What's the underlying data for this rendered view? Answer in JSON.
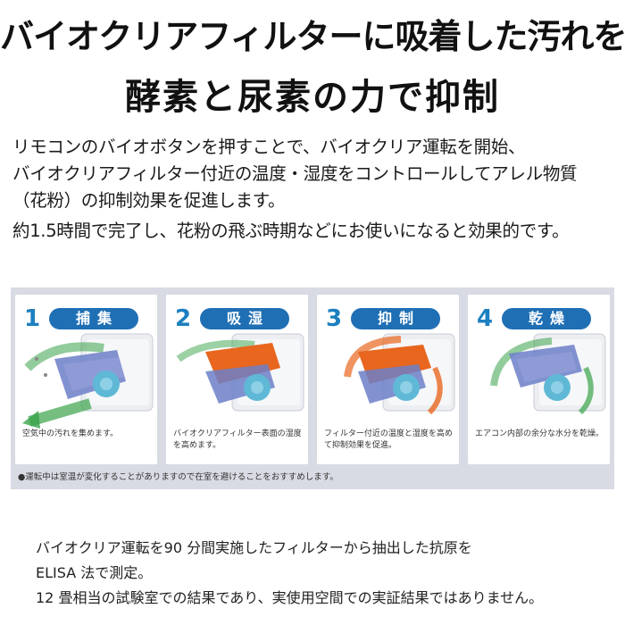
{
  "headline": {
    "line1": "バイオクリアフィルターに吸着した汚れを",
    "line2": "酵素と尿素の力で抑制"
  },
  "body": {
    "lines": [
      "リモコンのバイオボタンを押すことで、バイオクリア運転を開始、",
      "バイオクリアフィルター付近の温度・湿度をコントロールしてアレル物質",
      "（花粉）の抑制効果を促進します。",
      "約1.5時間で完了し、花粉の飛ぶ時期などにお使いになると効果的です。"
    ]
  },
  "steps": [
    {
      "number": "1",
      "label": "捕集",
      "caption": "空気中の汚れを集めます。",
      "accent": "#3aa34a"
    },
    {
      "number": "2",
      "label": "吸湿",
      "caption": "バイオクリアフィルター表面の湿度を高めます。",
      "accent": "#e8661e"
    },
    {
      "number": "3",
      "label": "抑制",
      "caption": "フィルター付近の温度と湿度を高めて抑制効果を促進。",
      "accent": "#e8661e"
    },
    {
      "number": "4",
      "label": "乾燥",
      "caption": "エアコン内部の余分な水分を乾燥。",
      "accent": "#3aa34a"
    }
  ],
  "panel_note": "●運転中は室温が変化することがありますので在室を避けることをおすすめします。",
  "footnote": {
    "lines": [
      "バイオクリア運転を90 分間実施したフィルターから抽出した抗原を",
      "ELISA 法で測定。",
      "12 畳相当の試験室での結果であり、実使用空間での実証結果ではありません。"
    ]
  },
  "colors": {
    "step_blue": "#1f6fb5",
    "step_number": "#1c7fc0",
    "panel_bg": "#d8dbe3",
    "filter_blue": "#6c7fc8",
    "filter_orange": "#e8661e",
    "arrow_green": "#3aa34a",
    "roller_teal": "#5fb8d6"
  }
}
